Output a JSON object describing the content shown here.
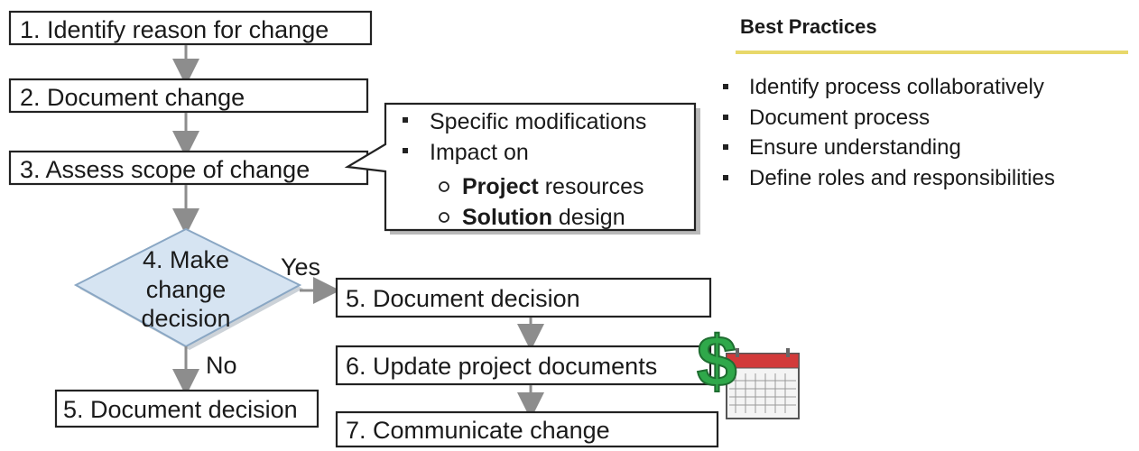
{
  "steps": {
    "s1": "1. Identify reason for change",
    "s2": "2. Document change",
    "s3": "3. Assess scope of change",
    "s4": [
      "4. Make",
      "change",
      "decision"
    ],
    "s5_yes": "5. Document decision",
    "s5_no": "5. Document decision",
    "s6": "6. Update project documents",
    "s7": "7. Communicate change"
  },
  "branches": {
    "yes": "Yes",
    "no": "No"
  },
  "callout": {
    "item1": "Specific modifications",
    "item2": "Impact on",
    "sub1_bold": "Project",
    "sub1_rest": " resources",
    "sub2_bold": "Solution",
    "sub2_rest": " design"
  },
  "best_practices": {
    "title": "Best Practices",
    "items": [
      "Identify process collaboratively",
      "Document process",
      "Ensure understanding",
      "Define roles and responsibilities"
    ]
  },
  "icons": {
    "dollar": "dollar-icon",
    "calendar": "calendar-icon"
  },
  "colors": {
    "decision_fill": "#d6e4f2",
    "decision_stroke": "#8aa7c4",
    "rule": "#e8d86a",
    "dollar": "#2fa84a",
    "calendar_header": "#d23a3a"
  }
}
